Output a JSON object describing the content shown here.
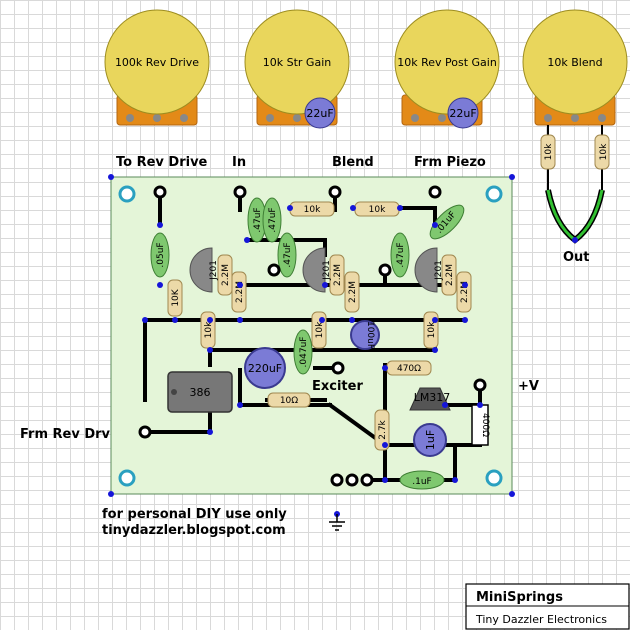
{
  "pots": [
    {
      "id": "rev-drive",
      "label": "100k Rev Drive"
    },
    {
      "id": "str-gain",
      "label": "10k Str Gain"
    },
    {
      "id": "rev-post-gain",
      "label": "10k Rev Post Gain"
    },
    {
      "id": "blend",
      "label": "10k Blend"
    }
  ],
  "pot_caps": [
    "22uF",
    "22uF"
  ],
  "labels": {
    "to_rev_drive": "To Rev Drive",
    "in": "In",
    "blend": "Blend",
    "frm_piezo": "Frm Piezo",
    "out": "Out",
    "exciter": "Exciter",
    "plus_v": "+V",
    "frm_rev_drv": "Frm Rev Drv",
    "disclaimer": "for personal DIY use only",
    "blog": "tinydazzler.blogspot.com"
  },
  "title_block": {
    "title": "MiniSprings",
    "subtitle": "Tiny Dazzler Electronics"
  },
  "resistors": {
    "out_left": "10k",
    "out_right": "10k",
    "top_a": "10k",
    "top_b": "10k",
    "j1_d": "2.2M",
    "j1_s": "2.2M",
    "j1_k": "10K",
    "j1_k2": "10k",
    "j2_d": "2.2M",
    "j2_s": "2.2M",
    "j2_k": "10k",
    "j3_d": "2.2M",
    "j3_s": "2.2M",
    "j3_k": "10k",
    "r10": "10Ω",
    "r470": "470Ω",
    "r27": "2.7k",
    "r400": "400Ω"
  },
  "capacitors": {
    "c05": ".05uF",
    "c47a": ".47uF",
    "c47b": ".47uF",
    "c47c": ".47uF",
    "c47d": ".47uF",
    "c01": ".01uF",
    "c047": ".047uF",
    "c1": ".1uF",
    "e220": "220uF",
    "e100": "100uF",
    "e1": "1uF"
  },
  "ics": {
    "amp": "386",
    "reg": "LM317"
  },
  "transistors": {
    "j1": "J201",
    "j2": "J201",
    "j3": "J201"
  }
}
